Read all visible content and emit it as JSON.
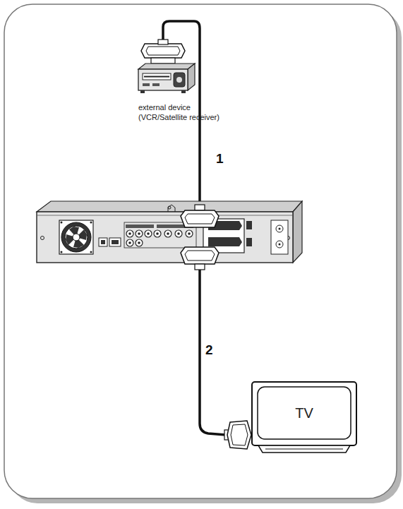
{
  "diagram": {
    "nodes": [
      {
        "text": [
          "external device (VCR/Satellite receiver)"
        ]
      },
      {
        "text": [
          "TV"
        ]
      }
    ],
    "labels": [
      "1",
      "2"
    ]
  }
}
